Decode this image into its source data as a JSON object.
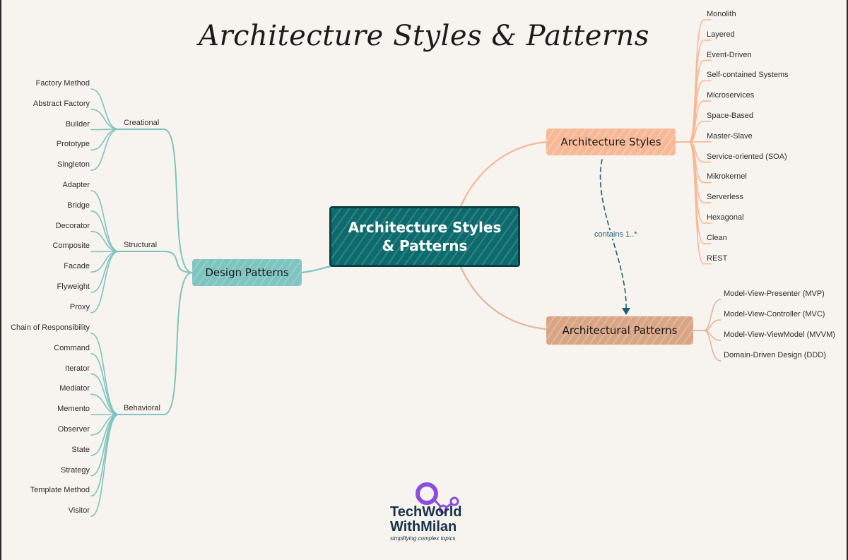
{
  "title": "Architecture Styles & Patterns",
  "root": {
    "line1": "Architecture Styles",
    "line2": "& Patterns"
  },
  "design_patterns": {
    "label": "Design Patterns",
    "groups": [
      {
        "label": "Creational",
        "items": [
          "Factory Method",
          "Abstract Factory",
          "Builder",
          "Prototype",
          "Singleton"
        ]
      },
      {
        "label": "Structural",
        "items": [
          "Adapter",
          "Bridge",
          "Decorator",
          "Composite",
          "Facade",
          "Flyweight",
          "Proxy"
        ]
      },
      {
        "label": "Behavioral",
        "items": [
          "Chain of Responsibility",
          "Command",
          "Iterator",
          "Mediator",
          "Memento",
          "Observer",
          "State",
          "Strategy",
          "Template Method",
          "Visitor"
        ]
      }
    ]
  },
  "architecture_styles": {
    "label": "Architecture Styles",
    "items": [
      "Monolith",
      "Layered",
      "Event-Driven",
      "Self-contained Systems",
      "Microservices",
      "Space-Based",
      "Master-Slave",
      "Service-oriented (SOA)",
      "Mikrokernel",
      "Serverless",
      "Hexagonal",
      "Clean",
      "REST"
    ]
  },
  "architectural_patterns": {
    "label": "Architectural Patterns",
    "items": [
      "Model-View-Presenter (MVP)",
      "Model-View-Controller (MVC)",
      "Model-View-ViewModel (MVVM)",
      "Domain-Driven Design (DDD)"
    ]
  },
  "relation_label": "contains 1..*",
  "logo": {
    "line1": "TechWorld",
    "line2": "WithMilan",
    "tagline": "simplifying complex topics"
  },
  "colors": {
    "teal": "#7ec4c0",
    "orange": "#f8b895",
    "brown": "#d9a585",
    "root": "#0d6b6e",
    "dashed": "#1f5f73"
  }
}
